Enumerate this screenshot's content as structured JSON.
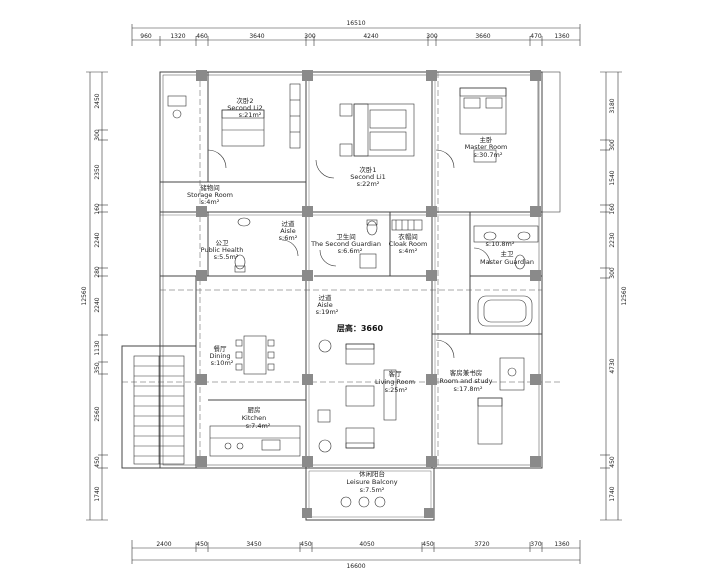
{
  "dimensions": {
    "top_total": "16510",
    "top": [
      "960",
      "1320",
      "460",
      "3640",
      "300",
      "4240",
      "300",
      "3660",
      "470",
      "1360"
    ],
    "bottom_total": "16600",
    "bottom": [
      "2400",
      "450",
      "3450",
      "450",
      "4050",
      "450",
      "3720",
      "370",
      "1360"
    ],
    "left_total": "12560",
    "left": [
      "2450",
      "300",
      "2350",
      "160",
      "2240",
      "280",
      "2240",
      "1130",
      "350",
      "2560",
      "450",
      "1740"
    ],
    "right_total": "12560",
    "right": [
      "3180",
      "300",
      "1540",
      "160",
      "2230",
      "300",
      "4730",
      "450",
      "1740"
    ]
  },
  "floor_height_label": "层高：3660",
  "rooms": [
    {
      "cn": "次卧2",
      "en": "Second Li2",
      "area": "s:21m²"
    },
    {
      "cn": "次卧1",
      "en": "Second Li1",
      "area": "s:22m²"
    },
    {
      "cn": "主卧",
      "en": "Master Room",
      "area": "s:30.7m²"
    },
    {
      "cn": "储物间",
      "en": "Storage Room",
      "area": "s:4m²"
    },
    {
      "cn": "公卫",
      "en": "Public Health",
      "area": "s:5.5m²"
    },
    {
      "cn": "过道",
      "en": "Aisle",
      "area": "s:6m²"
    },
    {
      "cn": "卫生间",
      "en": "The Second Guardian",
      "area": "s:6.6m²"
    },
    {
      "cn": "衣帽间",
      "en": "Cloak Room",
      "area": "s:4m²"
    },
    {
      "cn": "主卫",
      "en": "Master Guardian",
      "area": "s:10.8m²"
    },
    {
      "cn": "过道",
      "en": "Aisle",
      "area": "s:19m²"
    },
    {
      "cn": "餐厅",
      "en": "Dining",
      "area": "s:10m²"
    },
    {
      "cn": "客厅",
      "en": "Living Room",
      "area": "s:25m²"
    },
    {
      "cn": "客房兼书房",
      "en": "Room and study",
      "area": "s:17.8m²"
    },
    {
      "cn": "厨房",
      "en": "Kitchen",
      "area": "s:7.4m²"
    },
    {
      "cn": "休闲阳台",
      "en": "Leisure Balcony",
      "area": "s:7.5m²"
    }
  ]
}
